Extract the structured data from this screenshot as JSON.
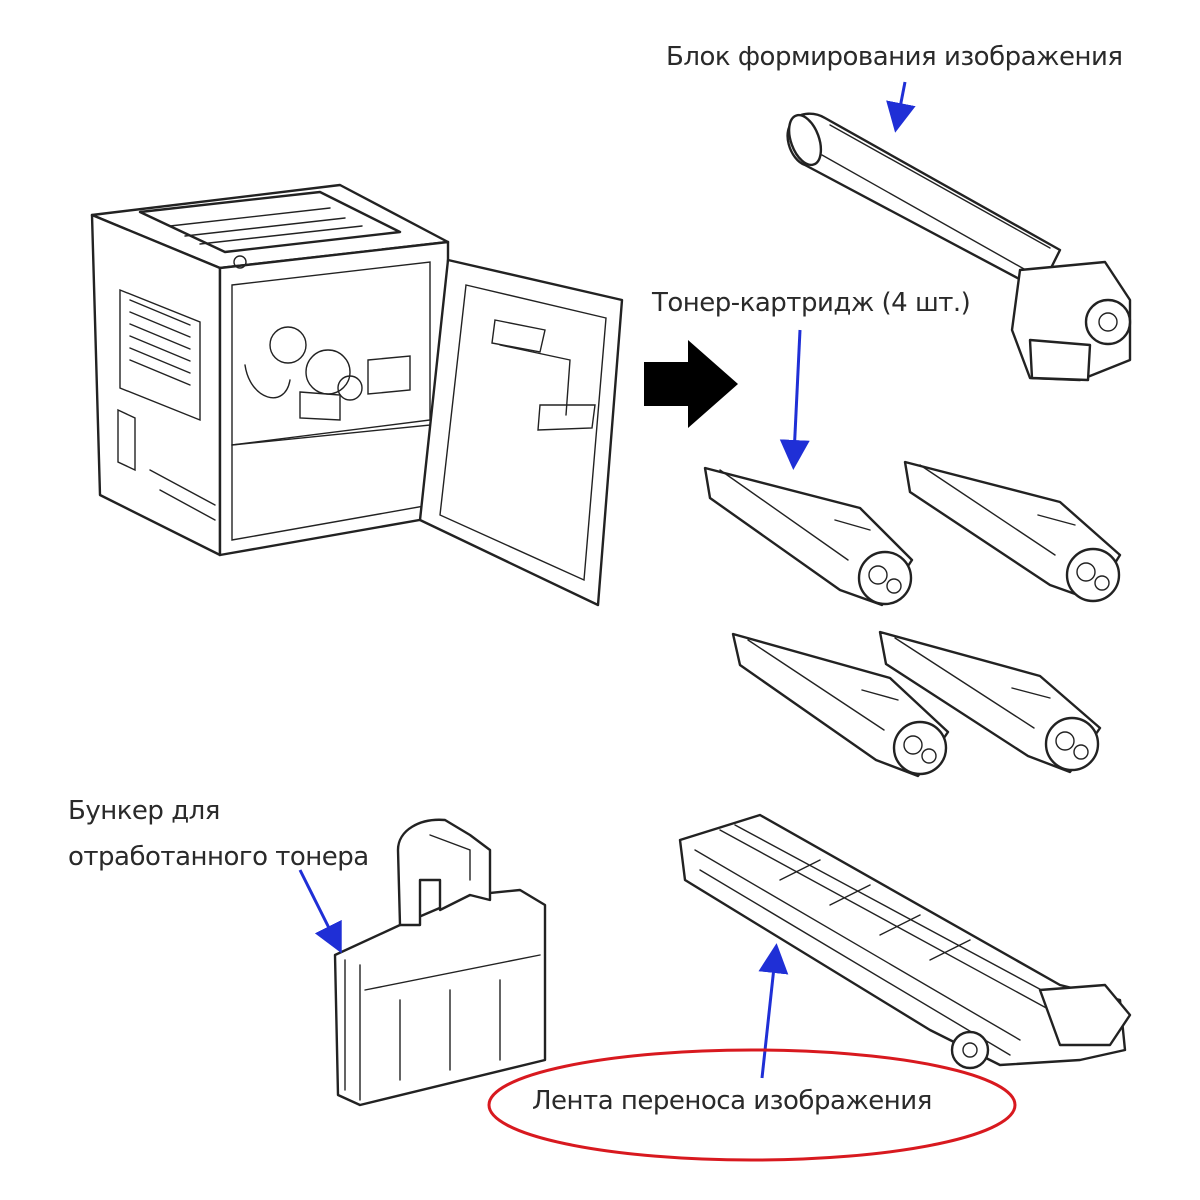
{
  "labels": {
    "drum": "Блок формирования изображения",
    "toner": "Тонер-картридж (4 шт.)",
    "waste_line1": "Бункер для",
    "waste_line2": "отработанного тонера",
    "belt": "Лента переноса изображения"
  },
  "colors": {
    "pointer_arrow": "#1f2fd6",
    "highlight_ellipse": "#d8191f",
    "big_arrow": "#000000",
    "line_art": "#222222"
  }
}
